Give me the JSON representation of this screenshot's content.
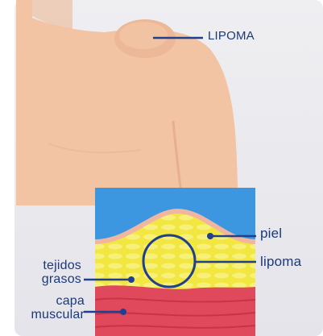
{
  "labels": {
    "lipoma_top": "LIPOMA",
    "piel": "piel",
    "lipoma": "lipoma",
    "tejidos_line1": "tejidos",
    "tejidos_line2": "grasos",
    "capa_line1": "capa",
    "capa_line2": "muscular"
  },
  "colors": {
    "background": "#e9e9ee",
    "skin": "#f2c4a4",
    "skin_shadow": "#e7ae8c",
    "sky": "#3c97e0",
    "fat": "#f3ea45",
    "muscle": "#e0485c",
    "label_text": "#1a3a7a",
    "pointer_line": "#1f3f8f"
  }
}
